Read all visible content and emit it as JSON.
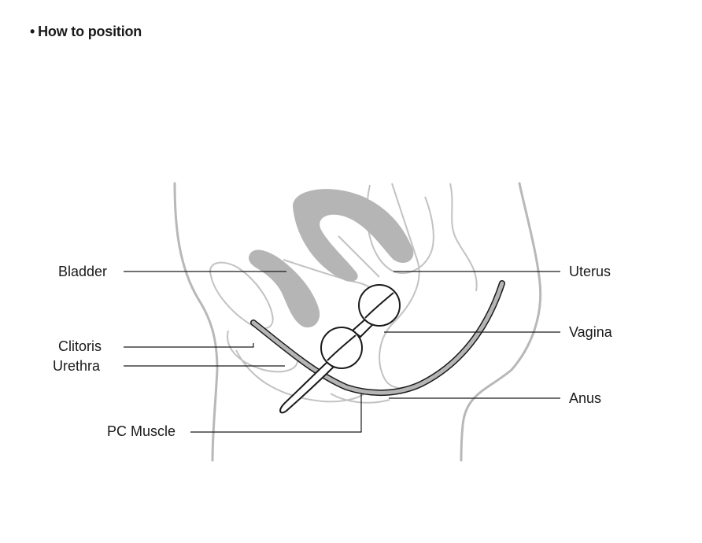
{
  "heading": {
    "bullet": "•",
    "text": "How to position"
  },
  "labels": {
    "bladder": "Bladder",
    "clitoris": "Clitoris",
    "urethra": "Urethra",
    "pc_muscle": "PC Muscle",
    "uterus": "Uterus",
    "vagina": "Vagina",
    "anus": "Anus"
  },
  "colors": {
    "outline": "#b8b8b8",
    "organ_fill": "#b5b5b5",
    "leader_line": "#1a1a1a",
    "text": "#1a1a1a"
  }
}
